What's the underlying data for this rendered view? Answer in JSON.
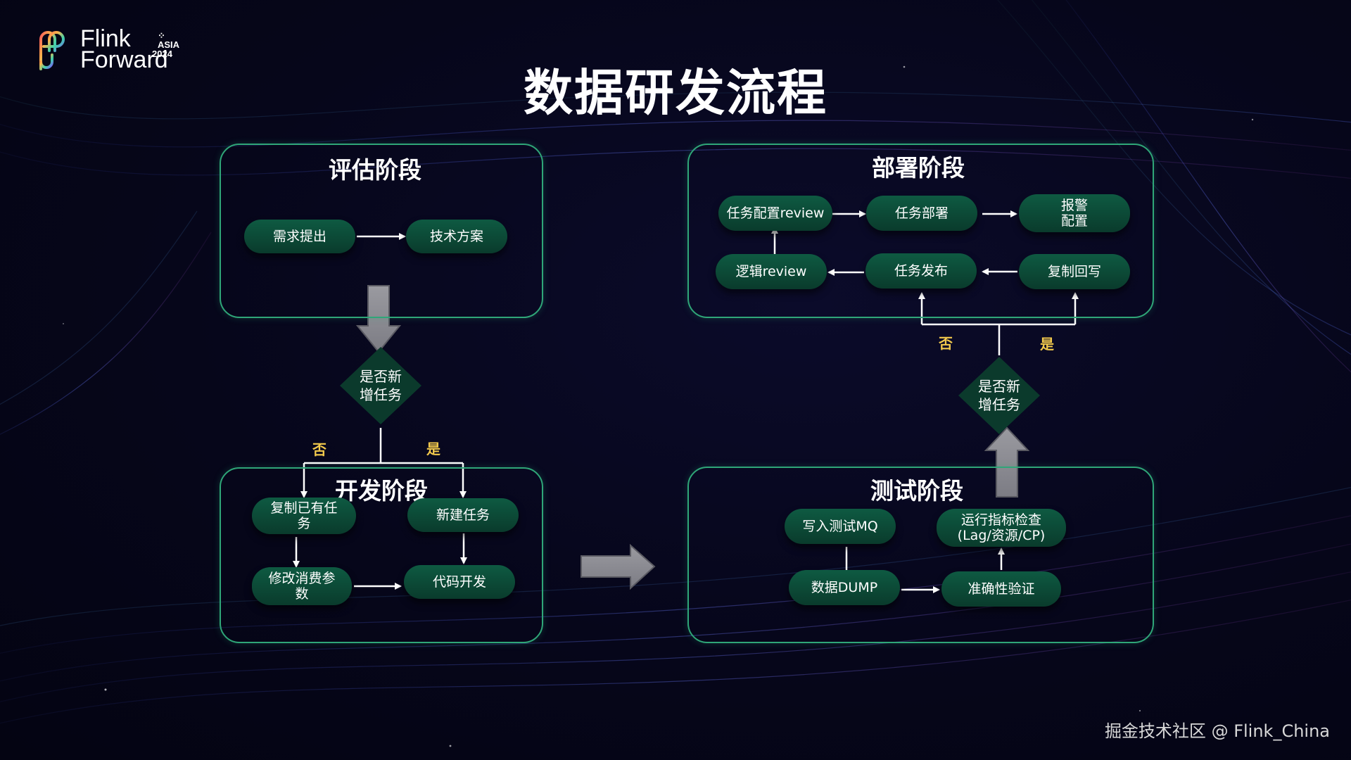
{
  "logo": {
    "name": "Flink\nForward",
    "badge": "ASIA\n2024"
  },
  "title": "数据研发流程",
  "stages": {
    "evaluate": {
      "title": "评估阶段",
      "nodes": {
        "requirement": "需求提出",
        "tech_plan": "技术方案"
      }
    },
    "develop": {
      "title": "开发阶段",
      "nodes": {
        "copy_task": "复制已有任务",
        "new_task": "新建任务",
        "modify_params": "修改消费参数",
        "code_dev": "代码开发"
      }
    },
    "test": {
      "title": "测试阶段",
      "nodes": {
        "write_mq": "写入测试MQ",
        "run_check": "运行指标检查\n(Lag/资源/CP)",
        "data_dump": "数据DUMP",
        "accuracy": "准确性验证"
      }
    },
    "deploy": {
      "title": "部署阶段",
      "nodes": {
        "config_review": "任务配置review",
        "task_deploy": "任务部署",
        "alert_config": "报警\n配置",
        "logic_review": "逻辑review",
        "task_publish": "任务发布",
        "copy_writeback": "复制回写"
      }
    }
  },
  "decisions": {
    "left": {
      "label": "是否新\n增任务",
      "no": "否",
      "yes": "是"
    },
    "right": {
      "label": "是否新\n增任务",
      "no": "否",
      "yes": "是"
    }
  },
  "watermark": "掘金技术社区 @ Flink_China",
  "colors": {
    "stage_border": "#2fa678",
    "pill_top": "#0e5a42",
    "pill_bottom": "#0a3b2c",
    "yes_no": "#f2c94c",
    "big_arrow": "#8c8c92"
  }
}
